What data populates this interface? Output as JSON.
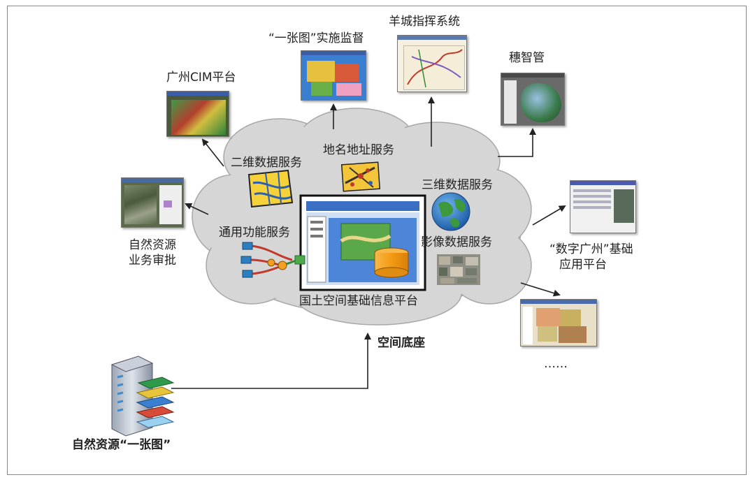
{
  "center_platform": "国土空间基础信息平台",
  "base_label": "空间底座",
  "source_label": "自然资源“一张图”",
  "services": {
    "s2d": "二维数据服务",
    "addr": "地名地址服务",
    "s3d": "三维数据服务",
    "general": "通用功能服务",
    "image": "影像数据服务"
  },
  "apps": {
    "cim": "广州CIM平台",
    "yizhangtu": "“一张图”实施监督",
    "yangcheng": "羊城指挥系统",
    "suizhi": "穗智管",
    "approval_line1": "自然资源",
    "approval_line2": "业务审批",
    "digital_line1": "“数字广州”基础",
    "digital_line2": "应用平台",
    "more": "……"
  },
  "colors": {
    "cloud": "#d6d6d6",
    "cloud_edge": "#a8a8a8",
    "arrow": "#222222",
    "screen_blue": "#3a6fc4",
    "cylinder": "#f5a020"
  }
}
